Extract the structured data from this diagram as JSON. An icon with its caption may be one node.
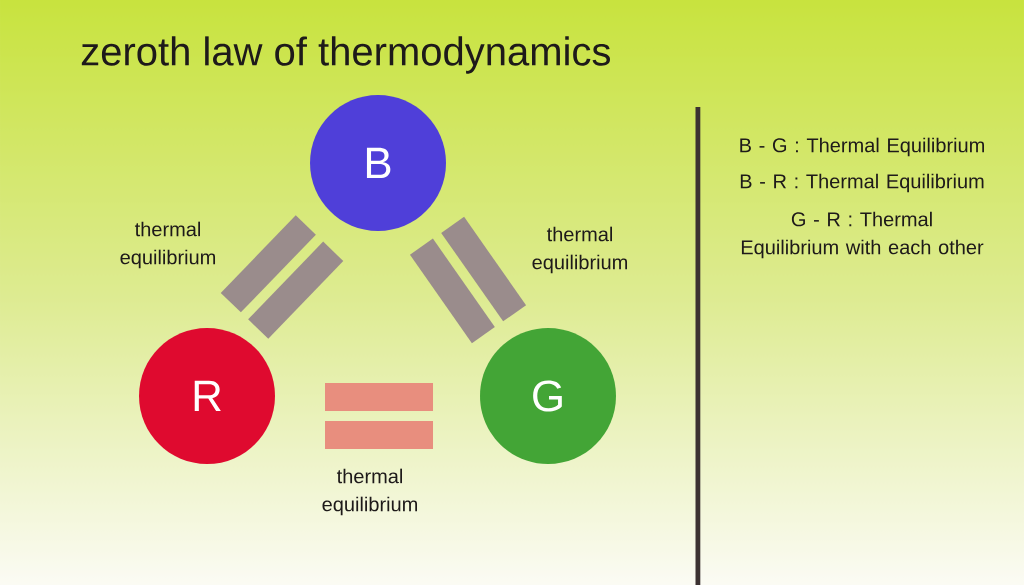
{
  "diagram": {
    "title": "zeroth law of thermodynamics",
    "nodes": [
      {
        "text": [
          "B"
        ]
      },
      {
        "text": [
          "R"
        ]
      },
      {
        "text": [
          "G"
        ]
      }
    ],
    "labels": [
      "thermal equilibrium",
      "thermal equilibrium",
      "thermal equilibrium",
      "B - G : Thermal Equilibrium",
      "B - R : Thermal Equilibrium",
      "G - R : Thermal Equilibrium with each other"
    ]
  }
}
